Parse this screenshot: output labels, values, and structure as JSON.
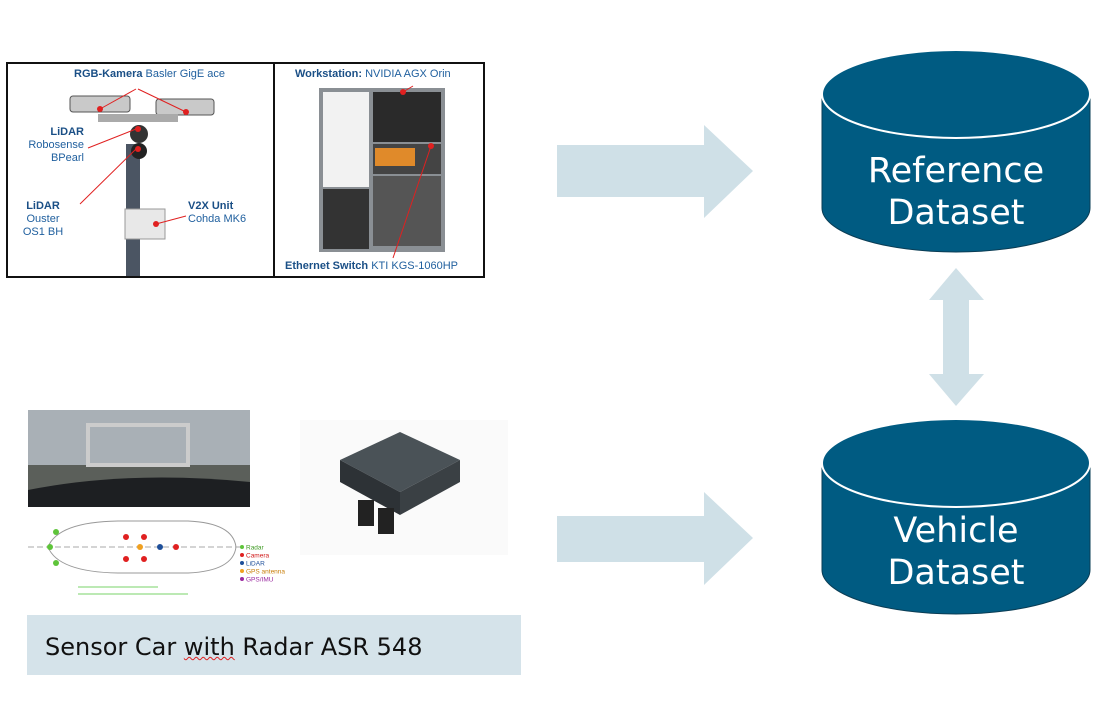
{
  "infrastructure": {
    "camera_label_bold": "RGB-Kamera",
    "camera_label": "Basler GigE ace",
    "lidar1_bold": "LiDAR",
    "lidar1_lines": [
      "Robosense",
      "BPearl"
    ],
    "lidar2_bold": "LiDAR",
    "lidar2_lines": [
      "Ouster",
      "OS1 BH"
    ],
    "v2x_bold": "V2X Unit",
    "v2x_label": "Cohda MK6",
    "workstation_bold": "Workstation:",
    "workstation_label": "NVIDIA AGX Orin",
    "switch_bold": "Ethernet Switch",
    "switch_label": "KTI KGS-1060HP"
  },
  "car_legend": [
    "Radar",
    "Camera",
    "LiDAR",
    "GPS antenna",
    "GPS/IMU"
  ],
  "caption": {
    "pre": "Sensor Car ",
    "misspelled": "with",
    "post": " Radar ASR 548"
  },
  "reference_dataset": [
    "Reference",
    "Dataset"
  ],
  "vehicle_dataset": [
    "Vehicle",
    "Dataset"
  ],
  "colors": {
    "cylinder": "#005b82",
    "arrow": "#cfe0e7",
    "caption_bg": "#d5e3ea",
    "label": "#1f5f9e"
  }
}
